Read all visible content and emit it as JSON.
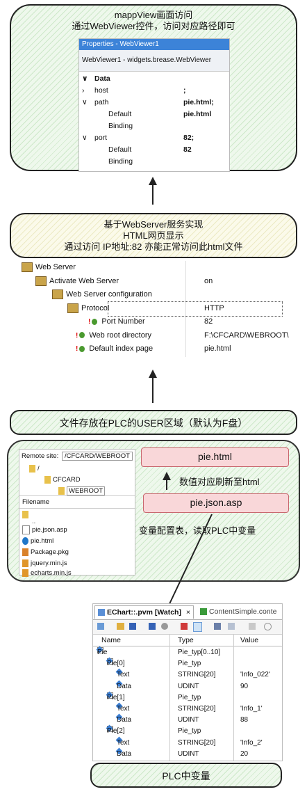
{
  "top_box": {
    "line1": "mappView画面访问",
    "line2": "通过WebViewer控件，访问对应路径即可"
  },
  "properties": {
    "title": "Properties - WebViewer1",
    "subtitle": "WebViewer1 - widgets.brease.WebViewer",
    "rows": [
      {
        "expander": "∨",
        "name": "Data",
        "value": "",
        "bold": true
      },
      {
        "expander": "›",
        "name": "host",
        "value": ";",
        "bold": false
      },
      {
        "expander": "∨",
        "name": "path",
        "value": "pie.html;",
        "bold": false
      },
      {
        "expander": "",
        "name": "Default",
        "value": "pie.html",
        "bold": false
      },
      {
        "expander": "",
        "name": "Binding",
        "value": "",
        "bold": false
      },
      {
        "expander": "∨",
        "name": "port",
        "value": "82;",
        "bold": false
      },
      {
        "expander": "",
        "name": "Default",
        "value": "82",
        "bold": false
      },
      {
        "expander": "",
        "name": "Binding",
        "value": "",
        "bold": false
      }
    ]
  },
  "mid_box": {
    "line1": "基于WebServer服务实现",
    "line2": "HTML网页显示",
    "line3": "通过访问 IP地址:82 亦能正常访问此html文件"
  },
  "tree": {
    "rows": [
      {
        "label": "Web Server",
        "value": ""
      },
      {
        "label": "Activate Web Server",
        "value": "on"
      },
      {
        "label": "Web Server configuration",
        "value": ""
      },
      {
        "label": "Protocol",
        "value": "HTTP"
      },
      {
        "label": "Port Number",
        "value": "82"
      },
      {
        "label": "Web root directory",
        "value": "F:\\CFCARD\\WEBROOT\\"
      },
      {
        "label": "Default index page",
        "value": "pie.html"
      }
    ]
  },
  "storage_box": {
    "text": "文件存放在PLC的USER区域（默认为F盘）"
  },
  "file_panel": {
    "remote_label": "Remote site:",
    "remote_path": "/CFCARD/WEBROOT",
    "tree": [
      "/",
      "CFCARD",
      "WEBROOT"
    ],
    "filename_header": "Filename",
    "files": [
      "..",
      "pie.json.asp",
      "pie.html",
      "Package.pkg",
      "jquery.min.js",
      "echarts.min.js"
    ]
  },
  "flow": {
    "pie_html": "pie.html",
    "refresh_label": "数值对应刷新至html",
    "pie_json": "pie.json.asp",
    "config_label": "变量配置表，读取PLC中变量"
  },
  "watch": {
    "tab_active": "EChart::.pvm [Watch]",
    "tab_close": "×",
    "tab_other": "ContentSimple.conte",
    "columns": [
      "Name",
      "Type",
      "Value"
    ],
    "rows": [
      {
        "name": "Pie",
        "type": "Pie_typ[0..10]",
        "value": "",
        "level": 0
      },
      {
        "name": "Pie[0]",
        "type": "Pie_typ",
        "value": "",
        "level": 1
      },
      {
        "name": "Text",
        "type": "STRING[20]",
        "value": "'Info_022'",
        "level": 2
      },
      {
        "name": "Data",
        "type": "UDINT",
        "value": "90",
        "level": 2
      },
      {
        "name": "Pie[1]",
        "type": "Pie_typ",
        "value": "",
        "level": 1
      },
      {
        "name": "Text",
        "type": "STRING[20]",
        "value": "'Info_1'",
        "level": 2
      },
      {
        "name": "Data",
        "type": "UDINT",
        "value": "88",
        "level": 2
      },
      {
        "name": "Pie[2]",
        "type": "Pie_typ",
        "value": "",
        "level": 1
      },
      {
        "name": "Text",
        "type": "STRING[20]",
        "value": "'Info_2'",
        "level": 2
      },
      {
        "name": "Data",
        "type": "UDINT",
        "value": "20",
        "level": 2
      }
    ]
  },
  "bottom_box": {
    "text": "PLC中变量"
  }
}
